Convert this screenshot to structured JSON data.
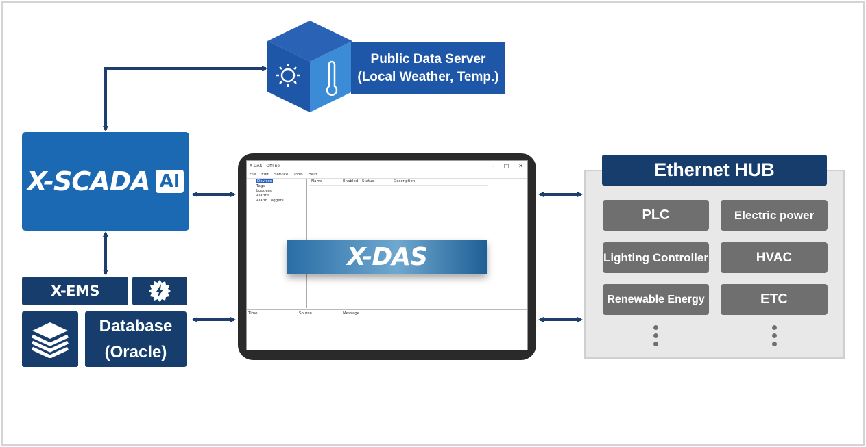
{
  "public_data_server": {
    "line1": "Public Data Server",
    "line2": "(Local Weather, Temp.)"
  },
  "scada": {
    "name": "X-SCADA",
    "badge": "AI"
  },
  "xems": {
    "label": "X-EMS"
  },
  "database": {
    "line1": "Database",
    "line2": "(Oracle)"
  },
  "xdas": {
    "banner": "X-DAS",
    "window_title": "X-DAS - Offline",
    "window_controls": [
      "–",
      "□",
      "✕"
    ],
    "menu": [
      "File",
      "Edit",
      "Service",
      "Tools",
      "Help"
    ],
    "tree": [
      "Devices",
      "Tags",
      "Loggers",
      "Alarms",
      "Alarm Loggers"
    ],
    "grid_columns": [
      "Name",
      "Enabled",
      "Status",
      "Description"
    ],
    "log_columns": [
      "Time",
      "Source",
      "Message"
    ]
  },
  "hub": {
    "title": "Ethernet HUB",
    "devices": [
      "PLC",
      "Electric power",
      "Lighting Controller",
      "HVAC",
      "Renewable Energy",
      "ETC"
    ]
  },
  "colors": {
    "navy": "#163d6b",
    "scada_blue": "#1c69b3",
    "server_blue": "#1f57a8",
    "device_gray": "#6f6f6f",
    "arrow": "#1e3f6e"
  }
}
